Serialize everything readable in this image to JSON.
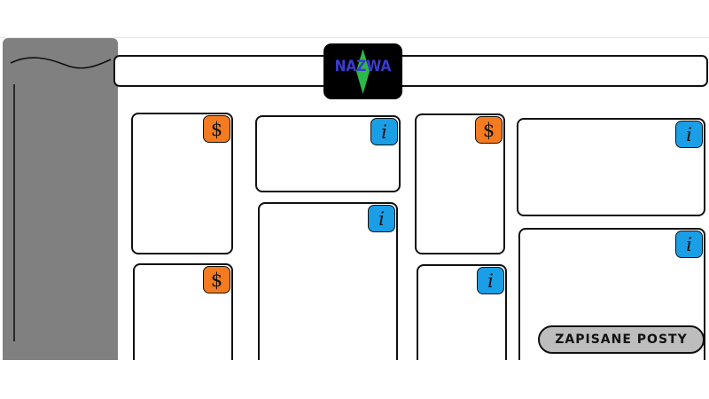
{
  "header": {
    "logo_text": "NAZWA"
  },
  "icons": {
    "price": "$",
    "info": "i"
  },
  "colors": {
    "sidebar": "#808080",
    "price_badge": "#f47b20",
    "info_badge": "#1a9ee6",
    "logo_bg": "#000000"
  },
  "cards": [
    {
      "badge": "price"
    },
    {
      "badge": "info"
    },
    {
      "badge": "price"
    },
    {
      "badge": "info"
    },
    {
      "badge": "price"
    },
    {
      "badge": "info"
    },
    {
      "badge": "info"
    },
    {
      "badge": "info"
    }
  ],
  "saved_posts_label": "ZAPISANE POSTY"
}
